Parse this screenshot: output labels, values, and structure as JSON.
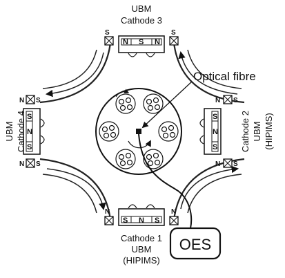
{
  "cathodes": {
    "c1": {
      "line1": "Cathode 1",
      "line2": "UBM",
      "line3": "(HIPIMS)"
    },
    "c2": {
      "line1": "Cathode 2",
      "line2": "UBM",
      "line3": "(HIPIMS)"
    },
    "c3": {
      "line1": "UBM",
      "line2": "Cathode 3"
    },
    "c4": {
      "line1": "UBM",
      "line2": "Cathode 4"
    }
  },
  "optical_fibre_label": "Optical fibre",
  "oes_label": "OES",
  "poles": {
    "n": "N",
    "s": "S"
  }
}
